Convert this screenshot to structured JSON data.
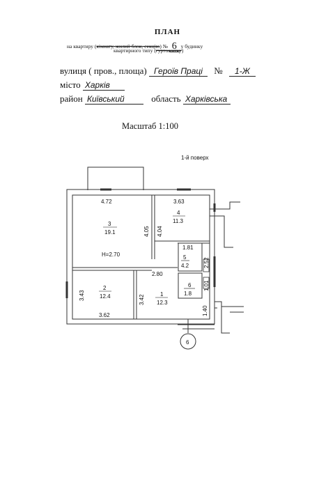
{
  "header": {
    "title": "ПЛАН",
    "line1_a": "на квартиру (",
    "line1_struck": "кімнату, жилий блок, секцію",
    "line1_b": ") №",
    "apartment_no": "6",
    "line1_c": "у будинку",
    "line2_a": "квартирного типу (",
    "line2_struck": "гуртожитку",
    "line2_b": ")"
  },
  "address": {
    "street_label": "вулиця ( пров., площа)",
    "street": "Героїв Праці",
    "no_label": "№",
    "house_no": "1-Ж",
    "city_label": "місто",
    "city": "Харків",
    "district_label": "район",
    "district": "Київський",
    "region_label": "область",
    "region": "Харківська"
  },
  "scale": "Масштаб 1:100",
  "floor_label": "1-й поверх",
  "rooms": [
    {
      "no": "3",
      "area": "19.1"
    },
    {
      "no": "4",
      "area": "11.3"
    },
    {
      "no": "5",
      "area": "4.2"
    },
    {
      "no": "2",
      "area": "12.4"
    },
    {
      "no": "1",
      "area": "12.3"
    },
    {
      "no": "6",
      "area": "1.8"
    }
  ],
  "dimensions": {
    "d472": "4.72",
    "d363": "3.63",
    "d405": "4.05",
    "d404": "4.04",
    "d181": "1.81",
    "d252": "2.52",
    "d280": "2.80",
    "d343": "3.43",
    "d342": "3.42",
    "d101": "1.01",
    "d140": "1.40",
    "d362": "3.62"
  },
  "height_label": "H=2.70",
  "axis_marker": "6"
}
